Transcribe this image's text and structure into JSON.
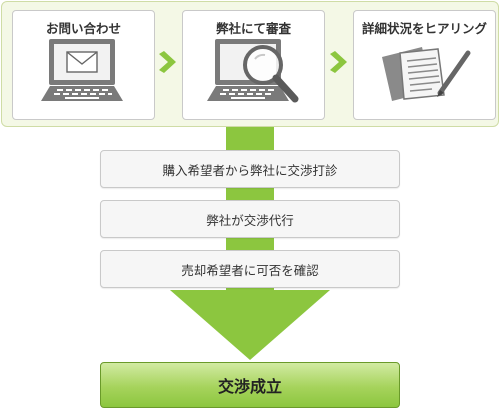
{
  "flow": {
    "top_steps": [
      {
        "label": "お問い合わせ"
      },
      {
        "label": "弊社にて審査"
      },
      {
        "label": "詳細状況をヒアリング"
      }
    ],
    "steps": [
      {
        "label": "購入希望者から弊社に交渉打診"
      },
      {
        "label": "弊社が交渉代行"
      },
      {
        "label": "売却希望者に可否を確認"
      }
    ],
    "result": "交渉成立"
  },
  "colors": {
    "accent_green": "#8cc63f",
    "panel_bg": "#f4f8e6",
    "result_light": "#d2eba2"
  },
  "icons": [
    "laptop-mail-icon",
    "laptop-magnifier-icon",
    "documents-pen-icon",
    "arrow-right-icon",
    "arrow-down-icon"
  ]
}
